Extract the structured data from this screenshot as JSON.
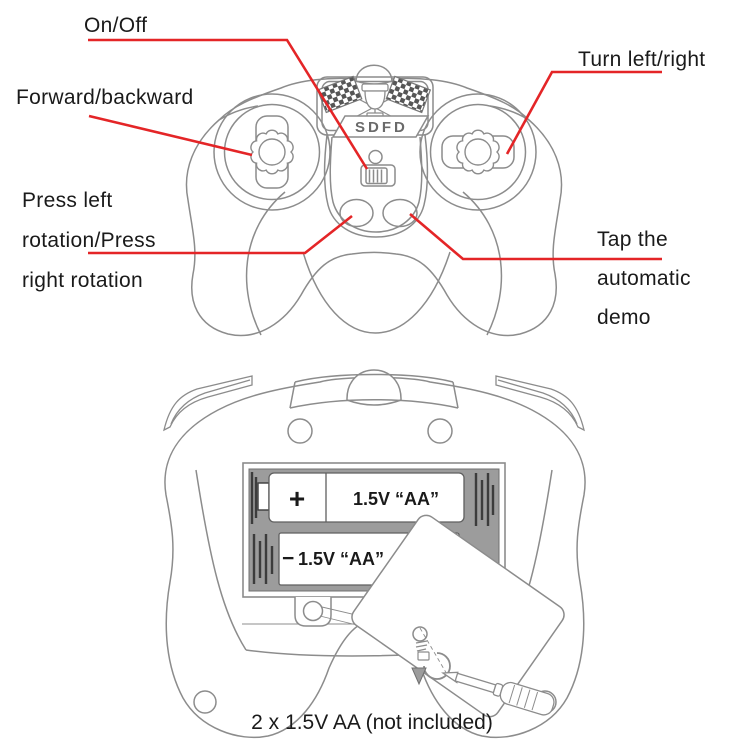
{
  "diagram": {
    "labels": {
      "on_off": "On/Off",
      "forward_backward": "Forward/backward",
      "press_rotation": [
        "Press left",
        "rotation/Press",
        "right rotation"
      ],
      "turn_left_right": "Turn left/right",
      "tap_demo": [
        "Tap the",
        "automatic",
        "demo"
      ]
    },
    "logo_text": "SDFD",
    "battery_compartment": {
      "plus_symbol": "+",
      "top_battery_label": "1.5V “AA”",
      "minus_symbol": "−",
      "bottom_battery_label": "1.5V “AA”"
    },
    "caption": "2 x 1.5V AA (not included)",
    "colors": {
      "annotation_red": "#e42527",
      "outline_gray": "#8c8c8c",
      "text_black": "#1a1a1a",
      "compartment_gray": "#9c9c9c",
      "contact_dark": "#3c3c3c"
    }
  }
}
